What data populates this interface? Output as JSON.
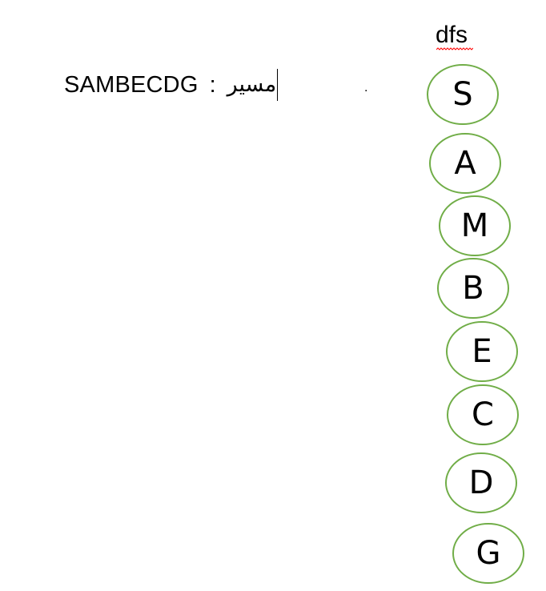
{
  "heading": "dfs",
  "path": {
    "label": "مسیر",
    "separator": ":",
    "value": "SAMBECDG"
  },
  "stray_mark": ".",
  "node_colors": {
    "outline": "#70ad47",
    "spellcheck_underline": "#ff0000"
  },
  "nodes": [
    {
      "letter": "S"
    },
    {
      "letter": "A"
    },
    {
      "letter": "M"
    },
    {
      "letter": "B"
    },
    {
      "letter": "E"
    },
    {
      "letter": "C"
    },
    {
      "letter": "D"
    },
    {
      "letter": "G"
    }
  ]
}
